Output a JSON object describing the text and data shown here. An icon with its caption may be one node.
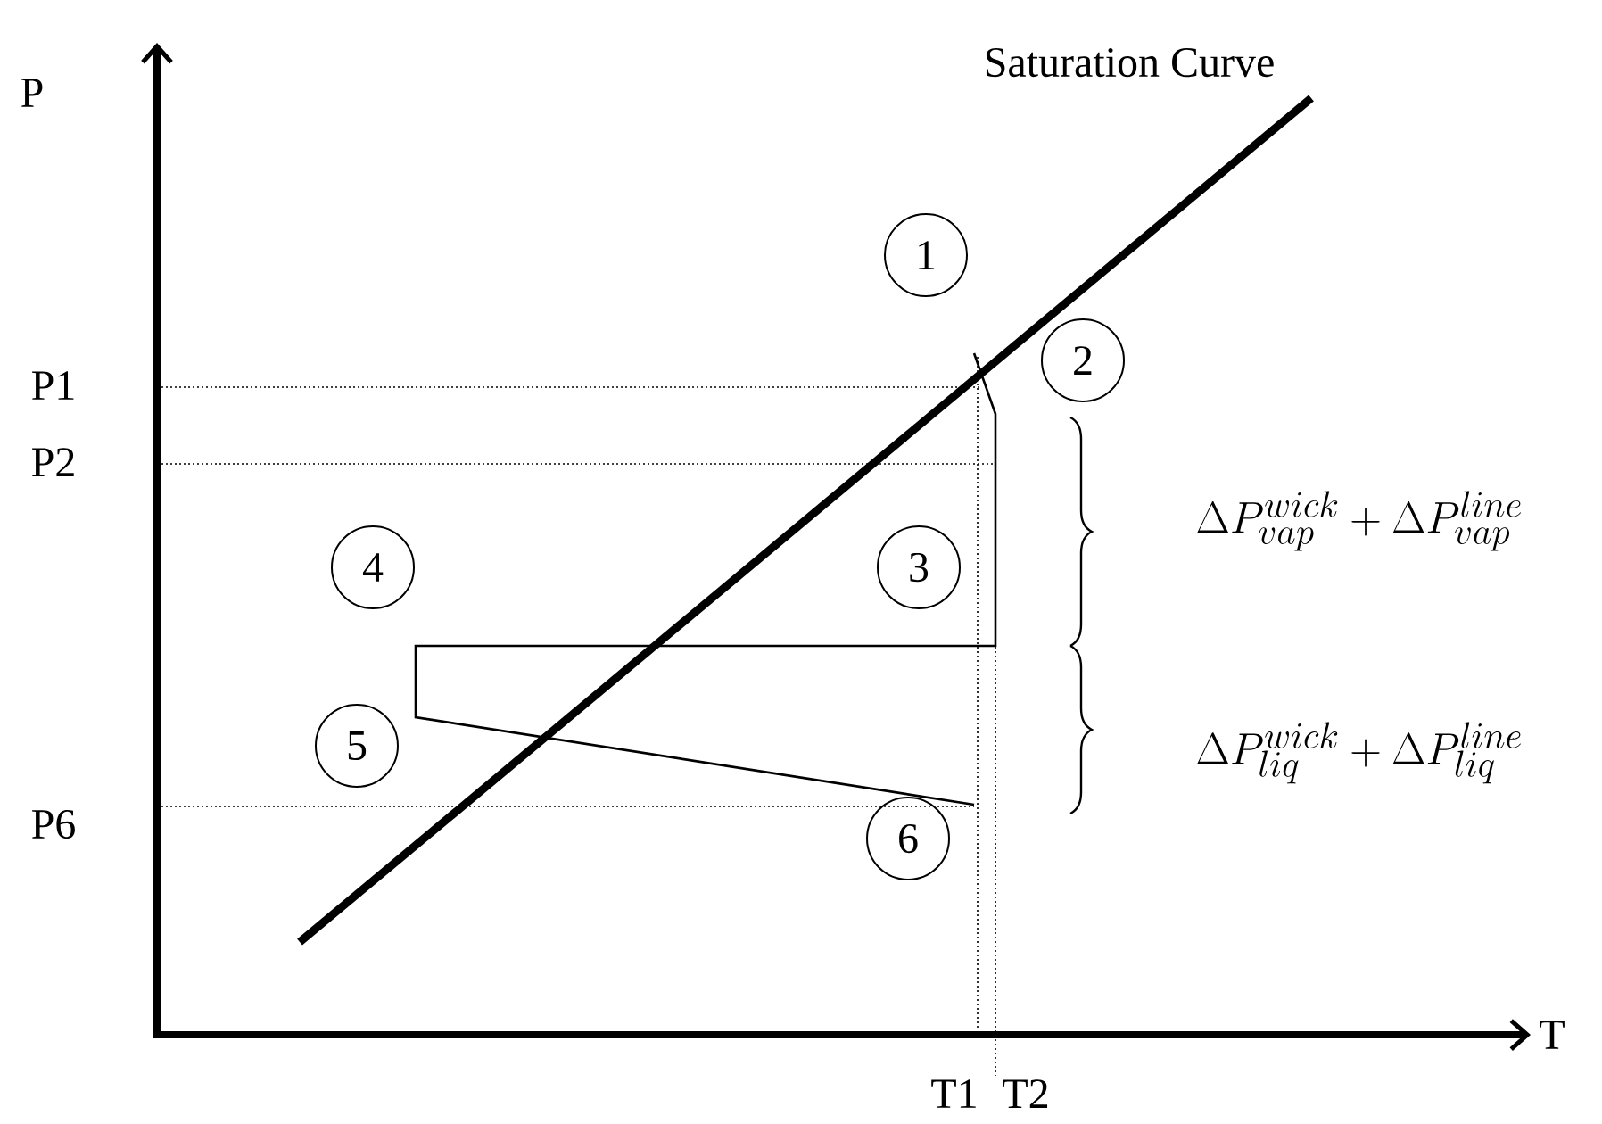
{
  "diagram": {
    "nodes": [
      {
        "text": [
          "1"
        ]
      },
      {
        "text": [
          "2"
        ]
      },
      {
        "text": [
          "3"
        ]
      },
      {
        "text": [
          "4"
        ]
      },
      {
        "text": [
          "5"
        ]
      },
      {
        "text": [
          "6"
        ]
      }
    ],
    "edges": [],
    "labels": [
      "P",
      "Saturation Curve",
      "P1",
      "P2",
      "\\Delta P_{vap}^{wick}+\\Delta P_{vap}^{line}",
      "\\Delta P_{liq}^{wick}+\\Delta P_{liq}^{line}",
      "P6",
      "T",
      "T1",
      "T2"
    ]
  }
}
